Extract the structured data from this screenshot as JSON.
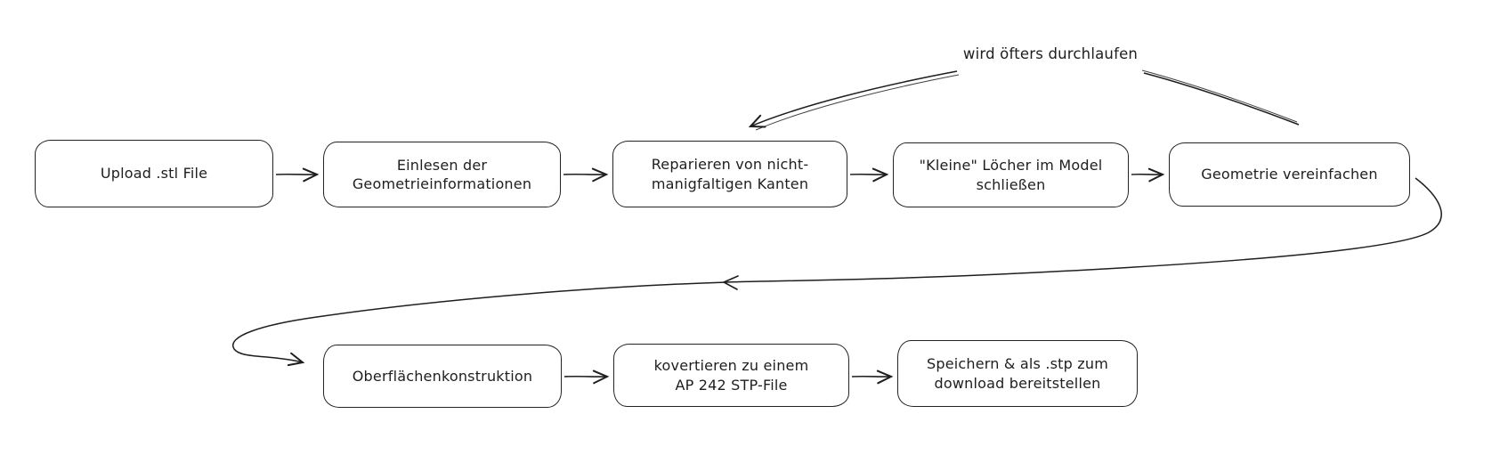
{
  "diagram": {
    "background_color": "#ffffff",
    "stroke_color": "#1e1e1e",
    "annotation": {
      "label": "wird öfters durchlaufen"
    },
    "nodes": [
      {
        "id": "upload-stl",
        "label": "Upload .stl File"
      },
      {
        "id": "einlesen-geometrie",
        "label": "Einlesen der\nGeometrieinformationen"
      },
      {
        "id": "reparieren-kanten",
        "label": "Reparieren von nicht-\nmanigfaltigen Kanten"
      },
      {
        "id": "loecher-schliessen",
        "label": "\"Kleine\" Löcher im Model\nschließen"
      },
      {
        "id": "geometrie-vereinfachen",
        "label": "Geometrie vereinfachen"
      },
      {
        "id": "oberflaechenkonstruktion",
        "label": "Oberflächenkonstruktion"
      },
      {
        "id": "konvertieren-ap242",
        "label": "kovertieren zu einem\nAP 242 STP-File"
      },
      {
        "id": "speichern-download",
        "label": "Speichern & als .stp zum\ndownload bereitstellen"
      }
    ],
    "edges": [
      {
        "from": "upload-stl",
        "to": "einlesen-geometrie",
        "type": "arrow"
      },
      {
        "from": "einlesen-geometrie",
        "to": "reparieren-kanten",
        "type": "arrow"
      },
      {
        "from": "reparieren-kanten",
        "to": "loecher-schliessen",
        "type": "arrow"
      },
      {
        "from": "loecher-schliessen",
        "to": "geometrie-vereinfachen",
        "type": "arrow"
      },
      {
        "from": "geometrie-vereinfachen",
        "to": "annotation",
        "type": "curved-line"
      },
      {
        "from": "annotation",
        "to": "reparieren-kanten",
        "type": "curved-arrow"
      },
      {
        "from": "geometrie-vereinfachen",
        "to": "oberflaechenkonstruktion",
        "type": "long-return-curved-arrow"
      },
      {
        "from": "oberflaechenkonstruktion",
        "to": "konvertieren-ap242",
        "type": "arrow"
      },
      {
        "from": "konvertieren-ap242",
        "to": "speichern-download",
        "type": "arrow"
      }
    ]
  }
}
